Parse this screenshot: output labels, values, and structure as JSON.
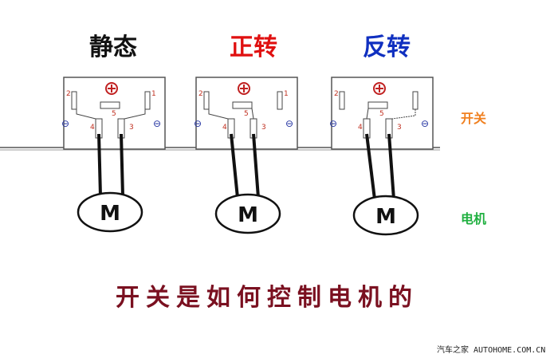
{
  "titles": {
    "static": "静态",
    "forward": "正转",
    "reverse": "反转"
  },
  "title_colors": {
    "static": "#111111",
    "forward": "#e01010",
    "reverse": "#1030c0"
  },
  "side_labels": {
    "switch": "开关",
    "motor": "电机"
  },
  "side_colors": {
    "switch": "#f08020",
    "motor": "#20b040"
  },
  "motor_label": "M",
  "pins": {
    "p1": "1",
    "p2": "2",
    "p3": "3",
    "p4": "4",
    "p5": "5"
  },
  "caption": "开关是如何控制电机的",
  "watermark": "汽车之家 AUTOHOME.COM.CN"
}
